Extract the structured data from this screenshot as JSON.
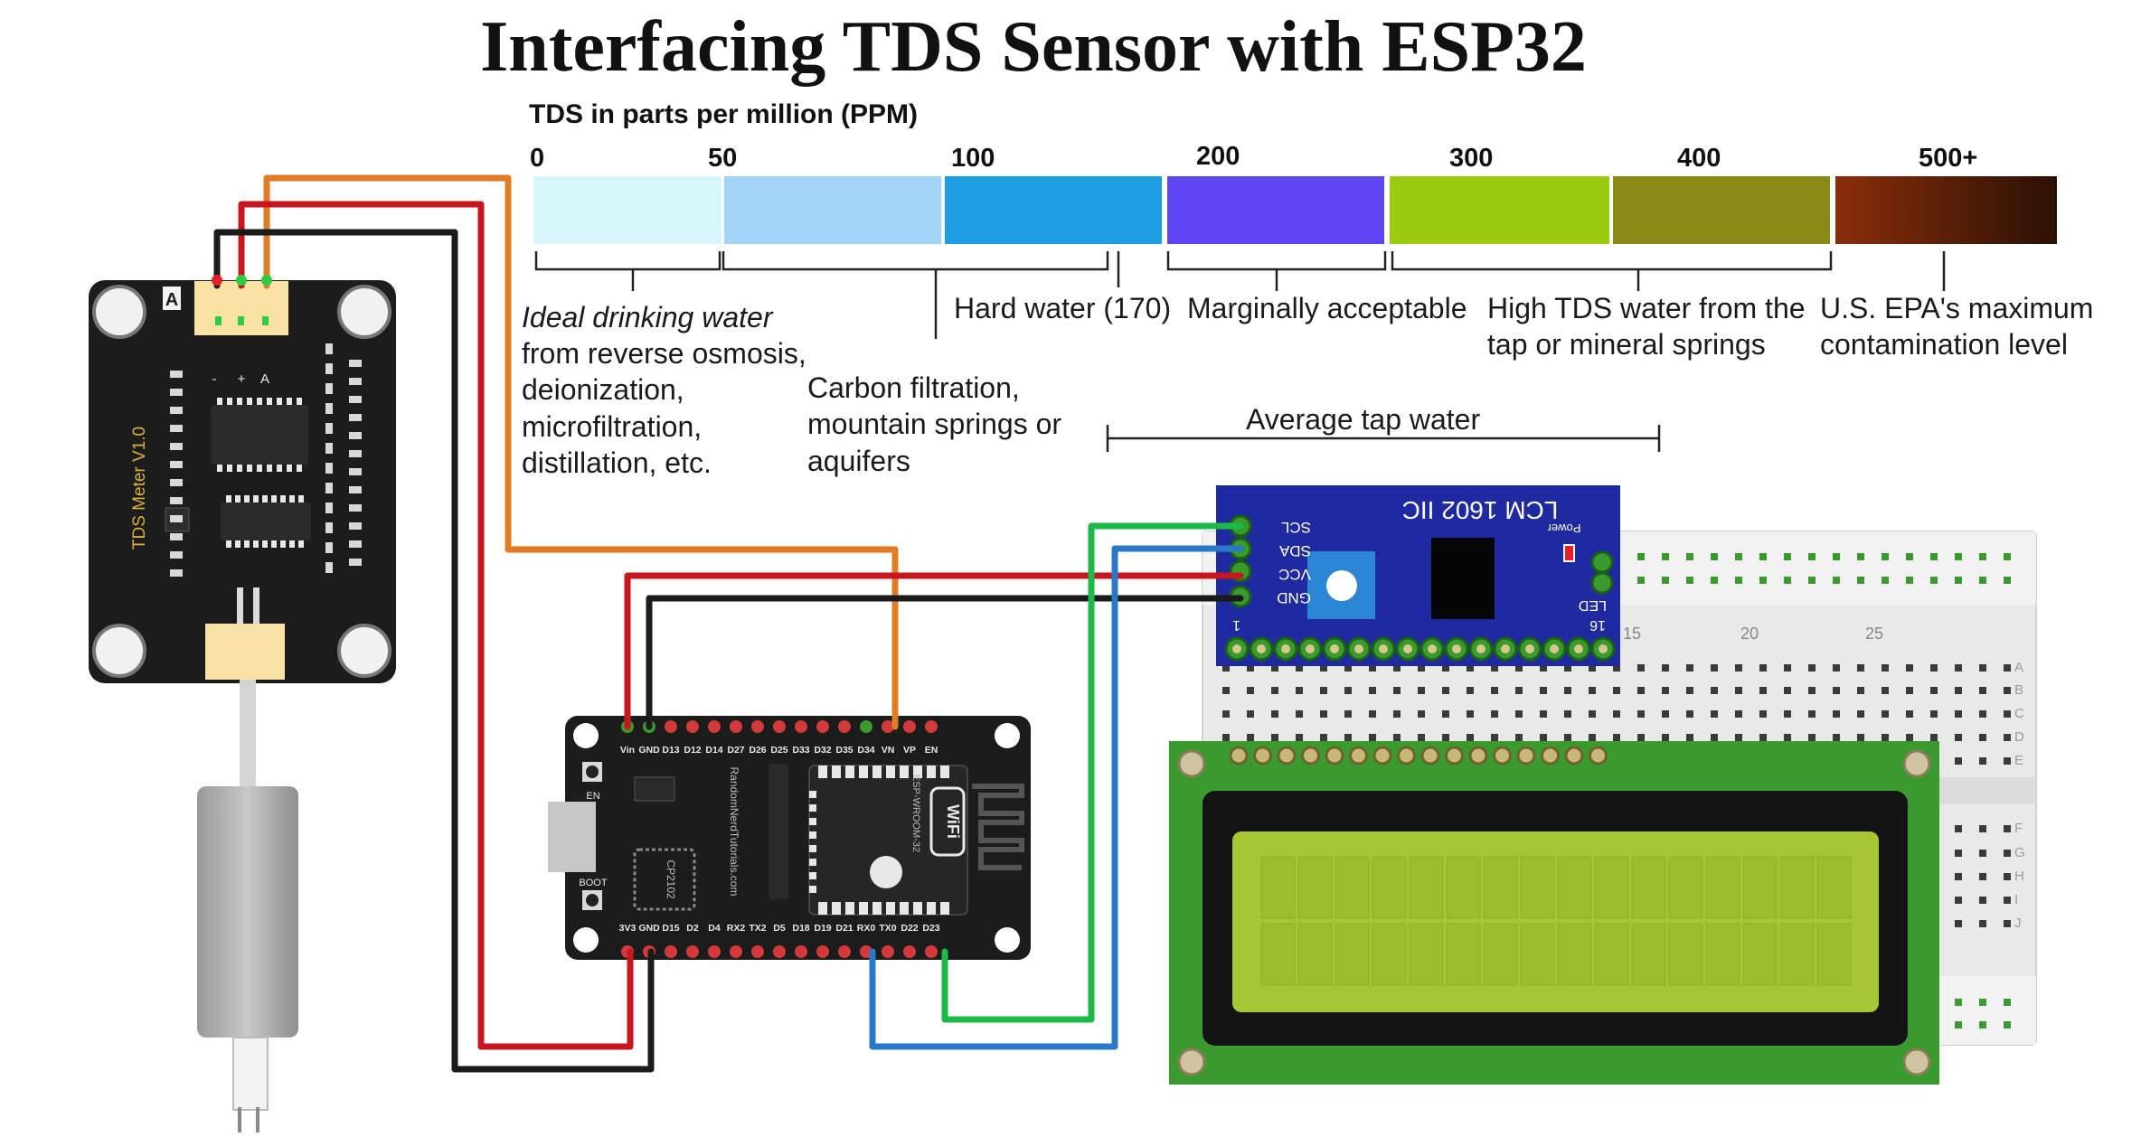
{
  "title": "Interfacing TDS Sensor with ESP32",
  "scale": {
    "heading": "TDS in parts per million (PPM)",
    "ticks": [
      "0",
      "50",
      "100",
      "200",
      "300",
      "400",
      "500+"
    ],
    "segments": [
      {
        "color": "#d6f6fb"
      },
      {
        "color": "#a2d4f7"
      },
      {
        "color": "#1f9de3"
      },
      {
        "color": "#5e47f3"
      },
      {
        "color": "#9acb0f"
      },
      {
        "color": "#8a8a16"
      },
      {
        "color": "#8b2e0a",
        "end_color": "#2a1005"
      }
    ]
  },
  "annotations": {
    "ideal": {
      "line1": "Ideal drinking water",
      "line2": "from reverse osmosis,",
      "line3": "deionization,",
      "line4": "microfiltration,",
      "line5": "distillation, etc."
    },
    "carbon": {
      "line1": "Carbon filtration,",
      "line2": "mountain springs or",
      "line3": "aquifers"
    },
    "hard": "Hard water (170)",
    "marginal": "Marginally acceptable",
    "high": {
      "line1": "High TDS water from the",
      "line2": "tap or mineral springs"
    },
    "epa": {
      "line1": "U.S. EPA's maximum",
      "line2": "contamination level"
    },
    "average": "Average tap water"
  },
  "tds_module": {
    "label": "TDS Meter V1.0",
    "logo": "A",
    "pins": [
      "-",
      "+",
      "A"
    ]
  },
  "esp32": {
    "top_pins": [
      "Vin",
      "GND",
      "D13",
      "D12",
      "D14",
      "D27",
      "D26",
      "D25",
      "D33",
      "D32",
      "D35",
      "D34",
      "VN",
      "VP",
      "EN"
    ],
    "bottom_pins": [
      "3V3",
      "GND",
      "D15",
      "D2",
      "D4",
      "RX2",
      "TX2",
      "D5",
      "D18",
      "D19",
      "D21",
      "RX0",
      "TX0",
      "D22",
      "D23"
    ],
    "en_label": "EN",
    "boot_label": "BOOT",
    "chip_label": "CP2102",
    "module_label": "ESP-WROOM-32",
    "wifi_label": "WiFi",
    "site_label": "RandomNerdTutorials.com"
  },
  "i2c_adapter": {
    "label": "LCM 1602 IIC",
    "power_label": "Power",
    "pins": [
      "SCL",
      "SDA",
      "VCC",
      "GND"
    ],
    "led_label": "LED",
    "pin1": "1",
    "pin16": "16"
  },
  "breadboard": {
    "rows": [
      "A",
      "B",
      "C",
      "D",
      "E",
      "F",
      "G",
      "H",
      "I",
      "J"
    ],
    "cols": [
      "15",
      "20",
      "25"
    ]
  },
  "colors": {
    "wire_red": "#c8161d",
    "wire_black": "#1b1b1b",
    "wire_orange": "#e07b26",
    "wire_green": "#1db84a",
    "wire_blue": "#2a78c9",
    "pcb_dark": "#1c1c1c",
    "adapter_blue": "#1f2aa0",
    "lcd_green": "#3b9a2e",
    "lcd_screen": "#a6c734"
  }
}
